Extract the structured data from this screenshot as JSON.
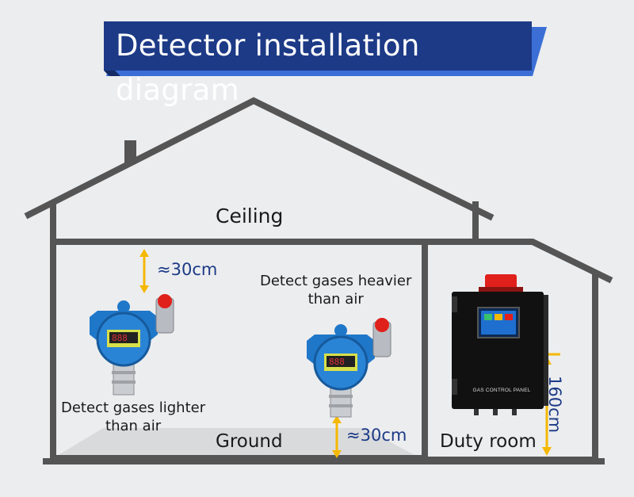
{
  "title": "Detector installation diagram",
  "labels": {
    "ceiling": "Ceiling",
    "ground": "Ground",
    "duty_room": "Duty room",
    "distance_top": "≈30cm",
    "distance_bottom": "≈30cm",
    "height_panel": "160cm",
    "heavier_line1": "Detect gases heavier",
    "heavier_line2": "than air",
    "lighter_line1": "Detect gases lighter",
    "lighter_line2": "than air",
    "panel_name": "GAS CONTROL PANEL"
  },
  "colors": {
    "banner": "#1c3a86",
    "banner_accent": "#3b6fd6",
    "house_line": "#555555",
    "arrow": "#f5b800",
    "detector_blue": "#1f77c9",
    "alarm_red": "#e0201b"
  },
  "icons": {
    "detector": "gas-detector-icon",
    "control_panel": "gas-control-panel-icon",
    "strobe": "alarm-strobe-icon"
  }
}
